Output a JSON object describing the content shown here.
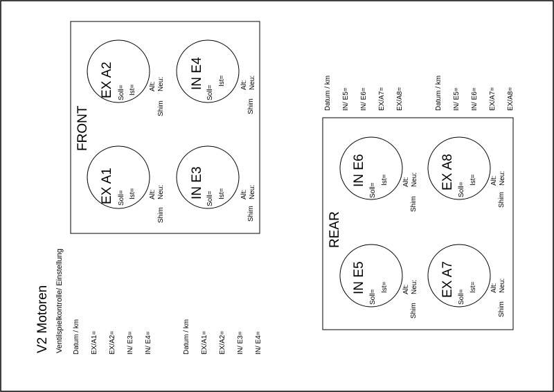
{
  "title": "V2 Motoren",
  "subtitle": "Ventilspielkontrolle/ Einstellung",
  "front": {
    "label": "FRONT",
    "valves": [
      {
        "name": "EX A2",
        "soll": "Soll=",
        "ist": "Ist=",
        "shim": "Shim",
        "alt": "Alt:",
        "neu": "Neu:"
      },
      {
        "name": "IN E4",
        "soll": "Soll=",
        "ist": "Ist=",
        "shim": "Shim",
        "alt": "Alt:",
        "neu": "Neu:"
      },
      {
        "name": "EX  A1",
        "soll": "Soll=",
        "ist": "Ist=",
        "shim": "Shim",
        "alt": "Alt:",
        "neu": "Neu:"
      },
      {
        "name": "IN E3",
        "soll": "Soll=",
        "ist": "Ist=",
        "shim": "Shim",
        "alt": "Alt:",
        "neu": "Neu:"
      }
    ]
  },
  "rear": {
    "label": "REAR",
    "valves": [
      {
        "name": "IN E6",
        "soll": "Soll=",
        "ist": "Ist=",
        "shim": "Shim",
        "alt": "Alt:",
        "neu": "Neu:"
      },
      {
        "name": "EX A8",
        "soll": "Soll=",
        "ist": "Ist=",
        "shim": "Shim",
        "alt": "Alt:",
        "neu": "Neu:"
      },
      {
        "name": "IN E5",
        "soll": "Soll=",
        "ist": "Ist=",
        "shim": "Shim",
        "alt": "Alt:",
        "neu": "Neu:"
      },
      {
        "name": "EX A7",
        "soll": "Soll=",
        "ist": "Ist=",
        "shim": "Shim",
        "alt": "Alt:",
        "neu": "Neu:"
      }
    ]
  },
  "front_lists": [
    {
      "header": "Datum / km",
      "items": [
        "EX/A1=",
        "EX/A2=",
        "IN/ E3=",
        "IN/ E4="
      ]
    },
    {
      "header": "Datum / km",
      "items": [
        "EX/A1=",
        "EX/A2=",
        "IN/ E3=",
        "IN/ E4="
      ]
    }
  ],
  "rear_lists": [
    {
      "header": "Datum / km",
      "items": [
        "IN/ E5=",
        "IN/ E6=",
        "EX/A7=",
        "EX/A8="
      ]
    },
    {
      "header": "Datum / km",
      "items": [
        "IN/ E5=",
        "IN/ E6=",
        "EX/A7=",
        "EX/A8="
      ]
    }
  ]
}
